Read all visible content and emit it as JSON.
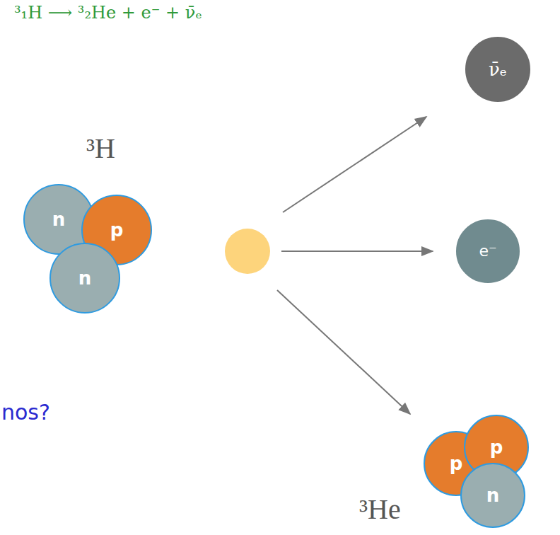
{
  "diagram": {
    "title": "³₁H ⟶ ³₂He + e⁻ + ν̄ₑ",
    "nodes": [
      {
        "text": [
          "³H"
        ]
      },
      {
        "text": [
          "n"
        ],
        "in": 0
      },
      {
        "text": [
          "p"
        ],
        "in": 0
      },
      {
        "text": [
          "n"
        ],
        "in": 0
      },
      {
        "text": [
          "ν̄ₑ"
        ]
      },
      {
        "text": [
          "e⁻"
        ]
      },
      {
        "text": [
          "³He"
        ]
      },
      {
        "text": [
          "p"
        ],
        "in": 6
      },
      {
        "text": [
          "p"
        ],
        "in": 6
      },
      {
        "text": [
          "n"
        ],
        "in": 6
      }
    ],
    "labels": [
      "nos?"
    ]
  }
}
